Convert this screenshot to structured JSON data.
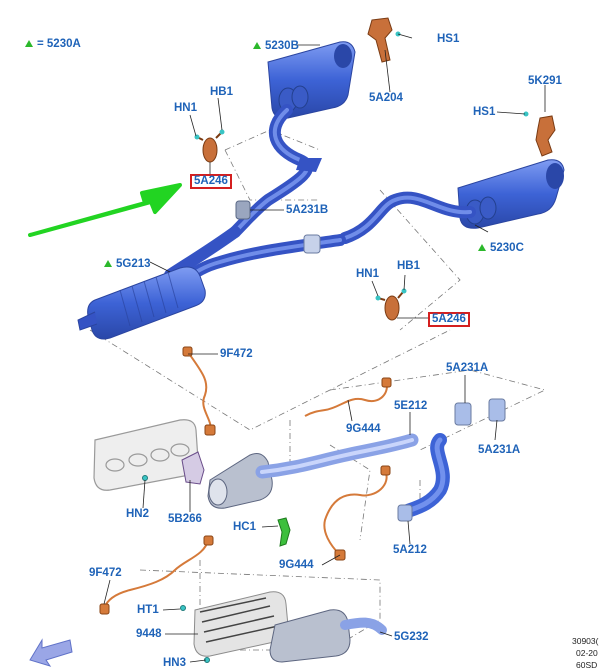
{
  "legend": {
    "text": "= 5230A"
  },
  "labels": {
    "l_5230B": "5230B",
    "l_HS1_top": "HS1",
    "l_5A204": "5A204",
    "l_5K291": "5K291",
    "l_HS1_right": "HS1",
    "l_HN1_top": "HN1",
    "l_HB1_top": "HB1",
    "l_5A246_top": "5A246",
    "l_5A231B": "5A231B",
    "l_5230C": "5230C",
    "l_5G213": "5G213",
    "l_HN1_mid": "HN1",
    "l_HB1_mid": "HB1",
    "l_5A246_mid": "5A246",
    "l_9F472_top": "9F472",
    "l_5A231A_top": "5A231A",
    "l_5E212": "5E212",
    "l_9G444_top": "9G444",
    "l_5A231A_mid": "5A231A",
    "l_HN2": "HN2",
    "l_5B266": "5B266",
    "l_HC1": "HC1",
    "l_5A212": "5A212",
    "l_9F472_bot": "9F472",
    "l_9G444_bot": "9G444",
    "l_HT1": "HT1",
    "l_9448": "9448",
    "l_5G232": "5G232",
    "l_HN3": "HN3"
  },
  "reference": [
    "30903(",
    "02-20",
    "60SD"
  ],
  "colors": {
    "pipe": "#3d63d6",
    "callout_box": "#d41f1f",
    "highlight_arrow": "#22d422",
    "label": "#1f63b8"
  },
  "icons": [
    "green-arrow-icon",
    "nav-arrow-icon"
  ]
}
